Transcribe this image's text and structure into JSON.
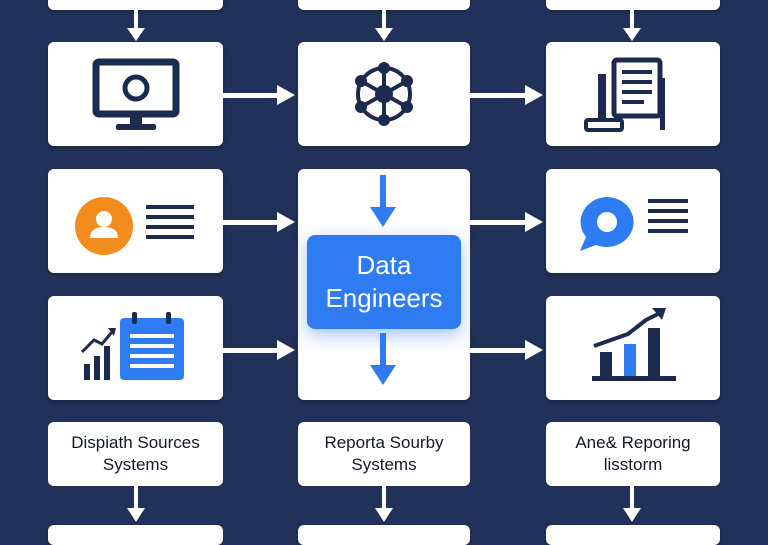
{
  "center": {
    "line1": "Data",
    "line2": "Engineers"
  },
  "labels": {
    "left": {
      "line1": "Dispiath Sources",
      "line2": "Systems"
    },
    "middle": {
      "line1": "Reporta Sourby",
      "line2": "Systems"
    },
    "right": {
      "line1": "Ane& Reporing",
      "line2": "lisstorm"
    }
  },
  "icons": {
    "row1": [
      "monitor-icon",
      "network-hub-icon",
      "documents-icon"
    ],
    "row2": [
      "user-profile-icon",
      "chat-bubble-icon"
    ],
    "row3": [
      "calendar-growth-icon",
      "bar-chart-growth-icon"
    ]
  },
  "colors": {
    "background": "#22315a",
    "navy": "#1b2a4e",
    "blue": "#2f7cf2",
    "orange": "#f28c1c"
  }
}
